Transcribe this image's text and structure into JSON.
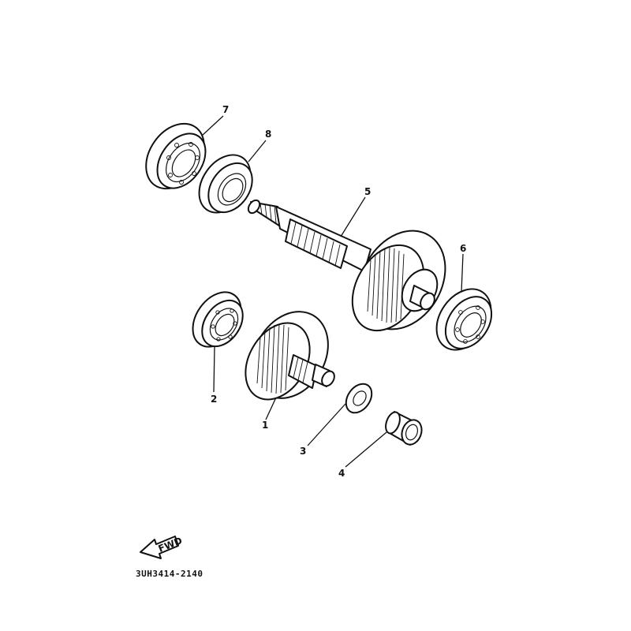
{
  "diagram": {
    "callouts": [
      {
        "label": "1",
        "part": "primary-drive-gear"
      },
      {
        "label": "2",
        "part": "bearing"
      },
      {
        "label": "3",
        "part": "washer"
      },
      {
        "label": "4",
        "part": "needle-bearing"
      },
      {
        "label": "5",
        "part": "main-axle"
      },
      {
        "label": "6",
        "part": "bearing"
      },
      {
        "label": "7",
        "part": "bearing"
      },
      {
        "label": "8",
        "part": "oil-seal"
      }
    ],
    "direction_badge": "FWD",
    "drawing_number": "3UH3414-2140"
  },
  "colors": {
    "line": "#111111",
    "background": "#ffffff"
  }
}
